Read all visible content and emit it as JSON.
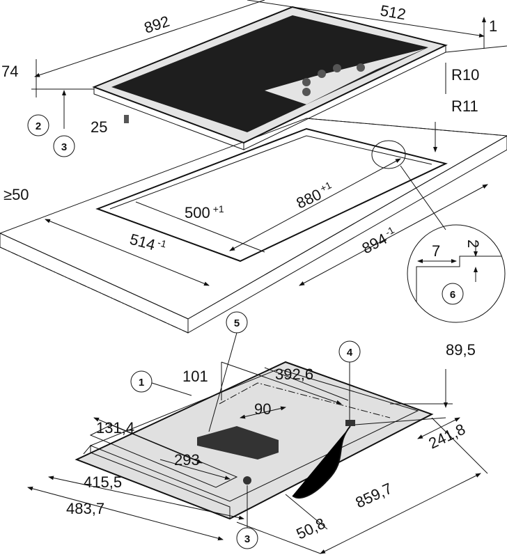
{
  "colors": {
    "surface": "#d9d9d9",
    "glass": "#1e1e1e",
    "line": "#111111"
  },
  "top": {
    "width": "892",
    "depth": "512",
    "glass_step": "1",
    "height": "74",
    "screw": "25",
    "radius_outer": "R10",
    "radius_inner": "R11",
    "margin_min": "≥50",
    "cutout_depth": "500",
    "cutout_depth_tol": "+1",
    "cutout_width": "880",
    "cutout_width_tol": "+1",
    "depth_total": "514",
    "depth_total_tol": "-1",
    "width_total": "894",
    "width_total_tol": "-1",
    "detail_step_width": "7",
    "detail_step_height": "2"
  },
  "bottom": {
    "d1": "89,5",
    "d2": "101",
    "d3": "392,6",
    "d4": "90",
    "d5": "131,4",
    "d6": "241,8",
    "d7": "293",
    "d8": "415,5",
    "d9": "859,7",
    "d10": "483,7",
    "d11": "50,8"
  },
  "callouts": [
    "1",
    "2",
    "3",
    "4",
    "5",
    "6"
  ]
}
